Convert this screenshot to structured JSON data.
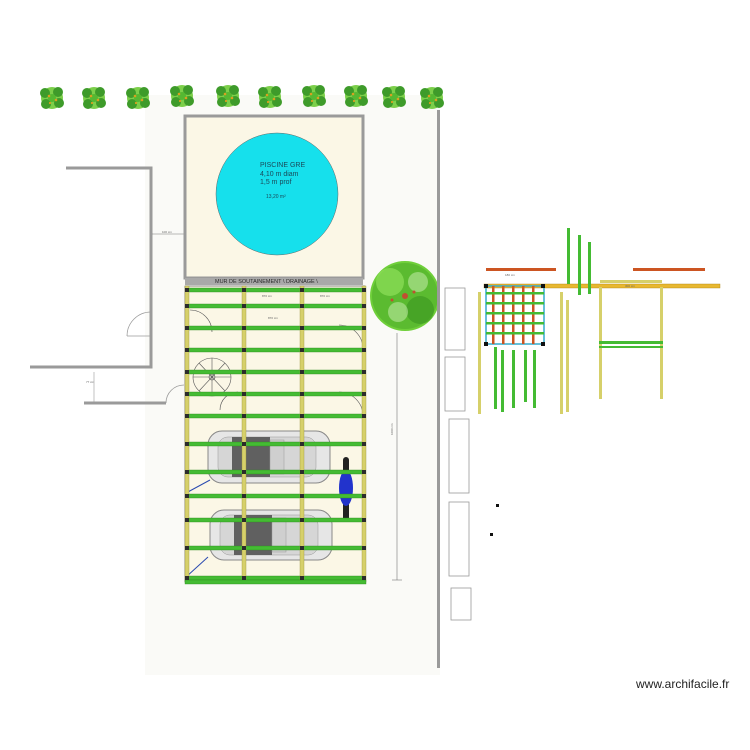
{
  "pool": {
    "title": "PISCINE GRE",
    "diameter": "4,10 m diam",
    "depth": "1,5 m prof",
    "area": "13,20 m²",
    "color": "#16e0ec"
  },
  "retaining_wall": {
    "label": "MUR DE SOUTAINEMENT \\ DRAINAGE \\"
  },
  "dimensions": {
    "gap_left": "100 cm",
    "pergola_top": "180 cm",
    "pergola_right": "300 cm",
    "terrace_top_1": "870 cm",
    "terrace_top_2": "870 cm",
    "terrace_mid": "870 cm",
    "house_side": "77 cm",
    "long_side": "1000 cm"
  },
  "colors": {
    "wood": "#d6d06a",
    "green_beam": "#44bb33",
    "orange_beam": "#cc5522",
    "blue_post": "#33aacc",
    "terrace_bg": "#fbf7e6",
    "wall_gray": "#9a9a9a",
    "motorbike": "#2233cc"
  },
  "watermark": "www.archifacile.fr"
}
